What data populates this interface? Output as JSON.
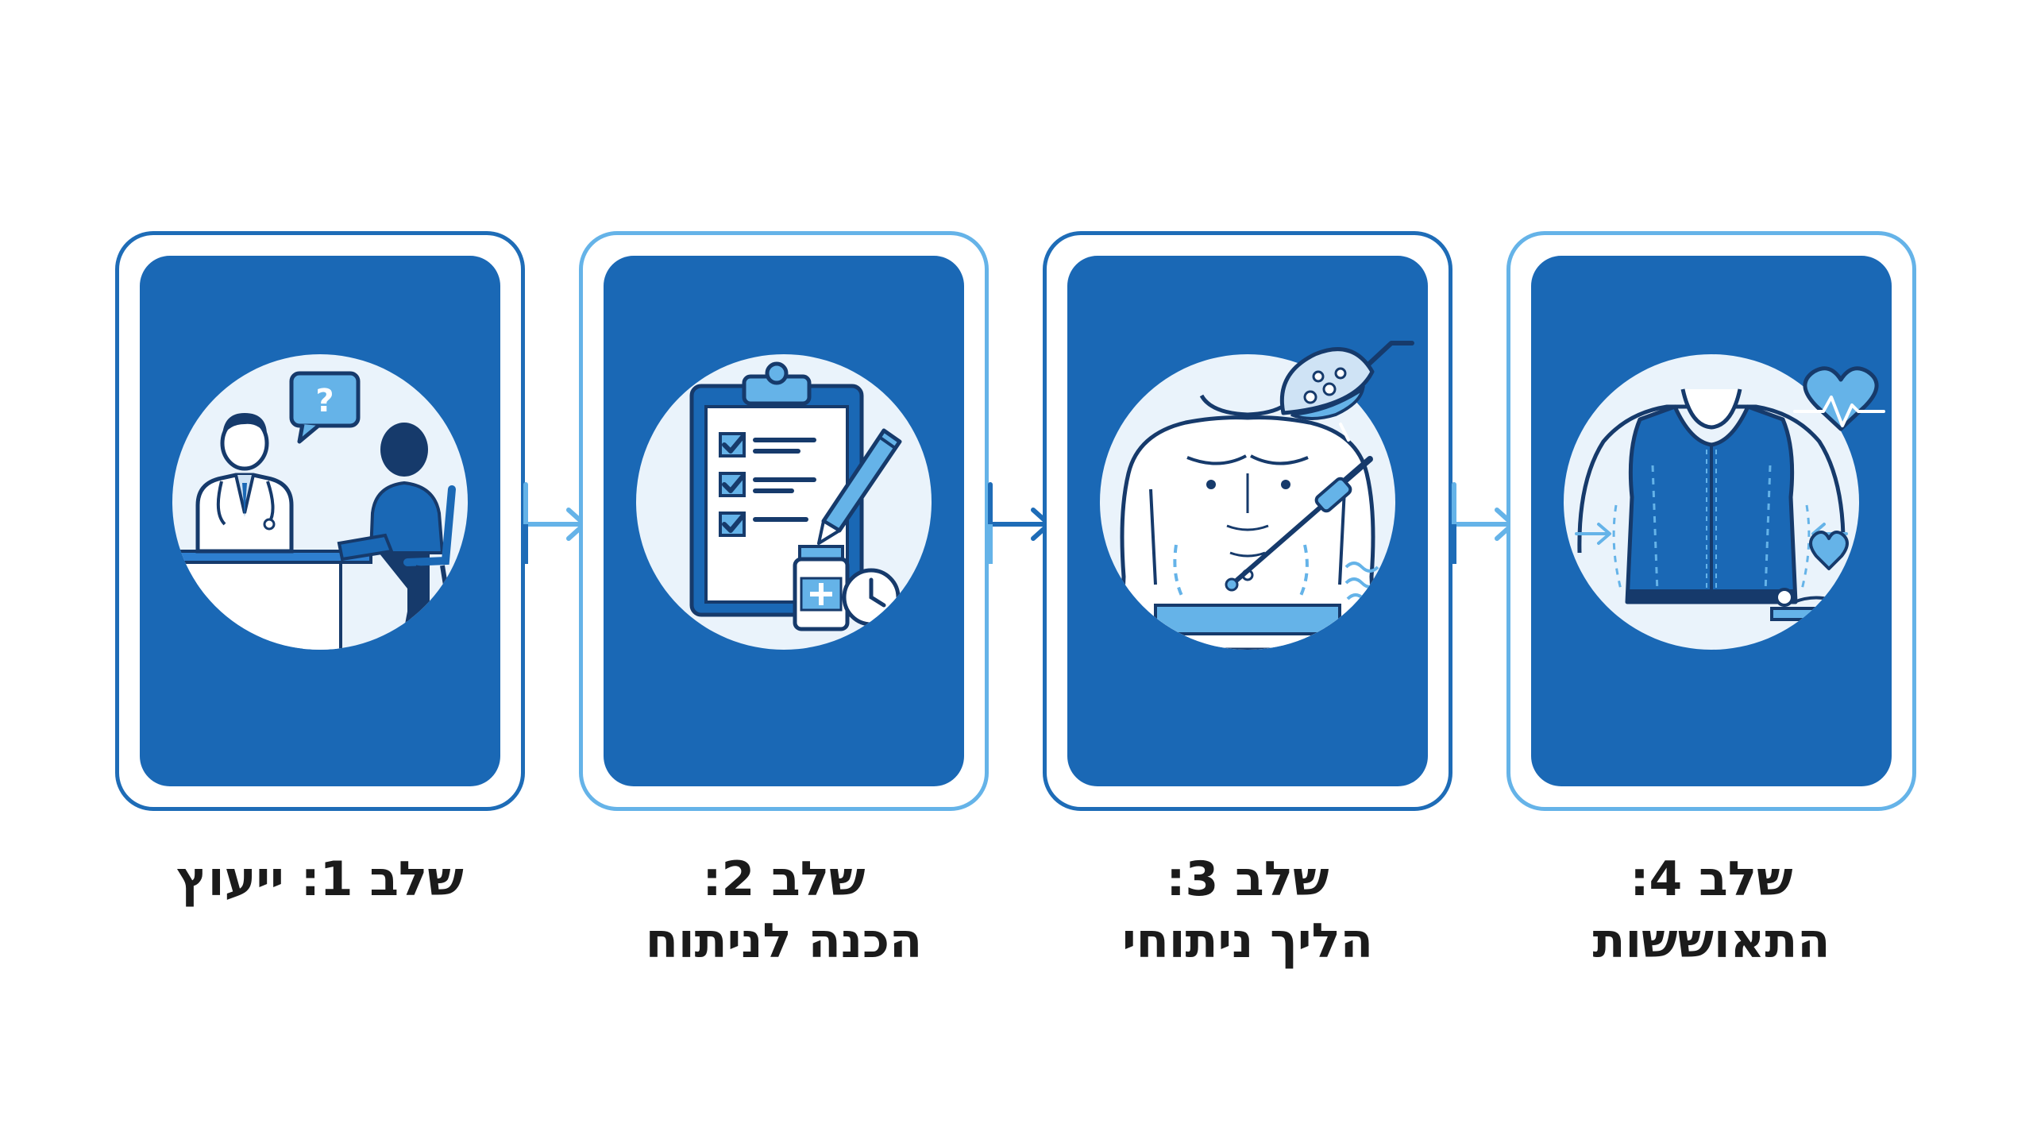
{
  "steps": [
    {
      "line1": "שלב 1: ייעוץ",
      "line2": "",
      "illustration": "doctor-consultation-icon"
    },
    {
      "line1": "שלב 2:",
      "line2": "הכנה לניתוח",
      "illustration": "clipboard-checklist-icon"
    },
    {
      "line1": "שלב 3:",
      "line2": "הליך ניתוחי",
      "illustration": "surgery-procedure-icon"
    },
    {
      "line1": "שלב 4:",
      "line2": "התאוששות",
      "illustration": "recovery-garment-icon"
    }
  ],
  "colors": {
    "primary_blue": "#1a68b5",
    "light_blue": "#65b3e8",
    "circle_bg": "#eaf3fb",
    "navy": "#163a6b",
    "text": "#1b1b1b"
  }
}
